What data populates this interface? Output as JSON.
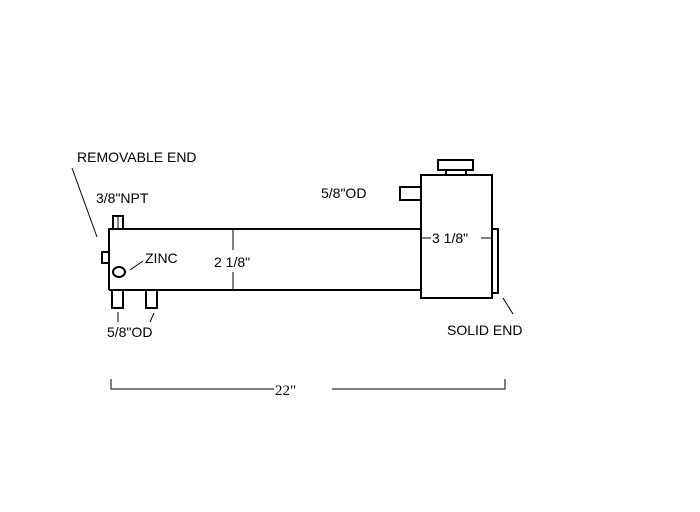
{
  "diagram": {
    "labels": {
      "removable_end": "REMOVABLE END",
      "npt": "3/8\"NPT",
      "zinc": "ZINC",
      "tube_diameter": "2 1/8\"",
      "bottom_ports": "5/8\"OD",
      "top_port": "5/8\"OD",
      "shell_diameter": "3 1/8\"",
      "solid_end": "SOLID END",
      "overall_length": "22\""
    },
    "colors": {
      "line": "#000000",
      "background": "#ffffff"
    }
  }
}
